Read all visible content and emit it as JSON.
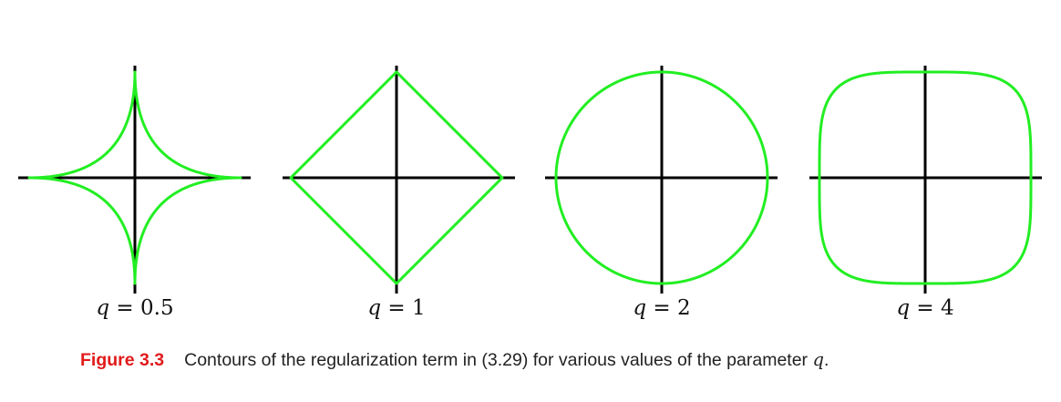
{
  "panels": [
    {
      "label_var": "q",
      "label_eq": " = 0.5",
      "q": 0.5
    },
    {
      "label_var": "q",
      "label_eq": " = 1",
      "q": 1
    },
    {
      "label_var": "q",
      "label_eq": " = 2",
      "q": 2
    },
    {
      "label_var": "q",
      "label_eq": " = 4",
      "q": 4
    }
  ],
  "caption": {
    "figure_label": "Figure 3.3",
    "text": "Contours of the regularization term in (3.29) for various values of the parameter ",
    "var": "q",
    "end": "."
  },
  "colors": {
    "contour": "#22ee22",
    "axis": "#000000",
    "figure_label": "#e21a1a"
  }
}
